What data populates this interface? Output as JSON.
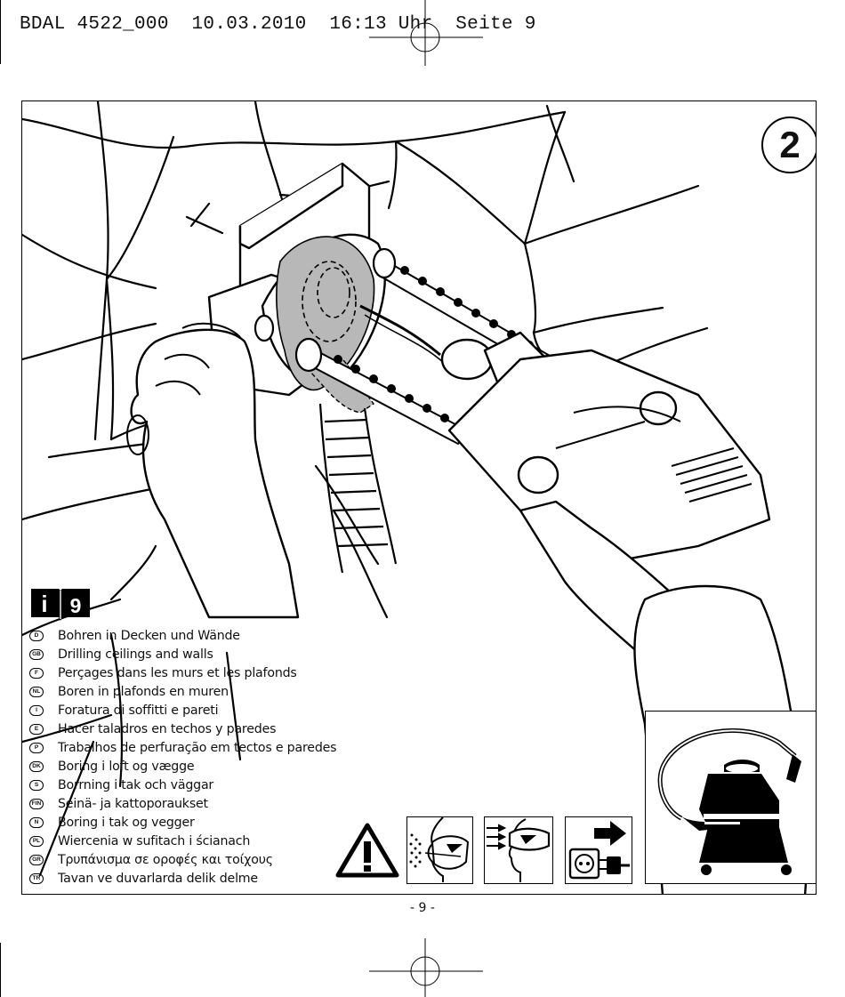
{
  "print_header": {
    "text": "BDAL 4522_000  10.03.2010  16:13 Uhr  Seite 9"
  },
  "figure": {
    "step_number": "2"
  },
  "info_icon": {
    "glyph": "i",
    "number": "9"
  },
  "languages": [
    {
      "code": "D",
      "text": "Bohren in Decken und Wände"
    },
    {
      "code": "GB",
      "text": "Drilling ceilings and walls"
    },
    {
      "code": "F",
      "text": "Perçages dans les murs et les plafonds"
    },
    {
      "code": "NL",
      "text": "Boren in plafonds en muren"
    },
    {
      "code": "I",
      "text": "Foratura di soffitti e pareti"
    },
    {
      "code": "E",
      "text": "Hacer taladros en techos y paredes"
    },
    {
      "code": "P",
      "text": "Trabalhos de perfuração em tectos e paredes"
    },
    {
      "code": "DK",
      "text": "Boring i loft og vægge"
    },
    {
      "code": "S",
      "text": "Borrning i tak och väggar"
    },
    {
      "code": "FIN",
      "text": "Seinä- ja kattoporaukset"
    },
    {
      "code": "N",
      "text": "Boring i tak og vegger"
    },
    {
      "code": "PL",
      "text": "Wiercenia w sufitach i ścianach"
    },
    {
      "code": "GR",
      "text": "Τρυπάνισμα σε οροφές και τοίχους"
    },
    {
      "code": "TR",
      "text": "Tavan ve duvarlarda delik delme"
    }
  ],
  "icons": {
    "warning": "warning-triangle-icon",
    "mask": "dust-mask-icon",
    "goggles": "safety-goggles-icon",
    "unplug": "unplug-icon",
    "vacuum": "vacuum-cleaner-icon"
  },
  "page_number": {
    "text": "- 9 -"
  }
}
